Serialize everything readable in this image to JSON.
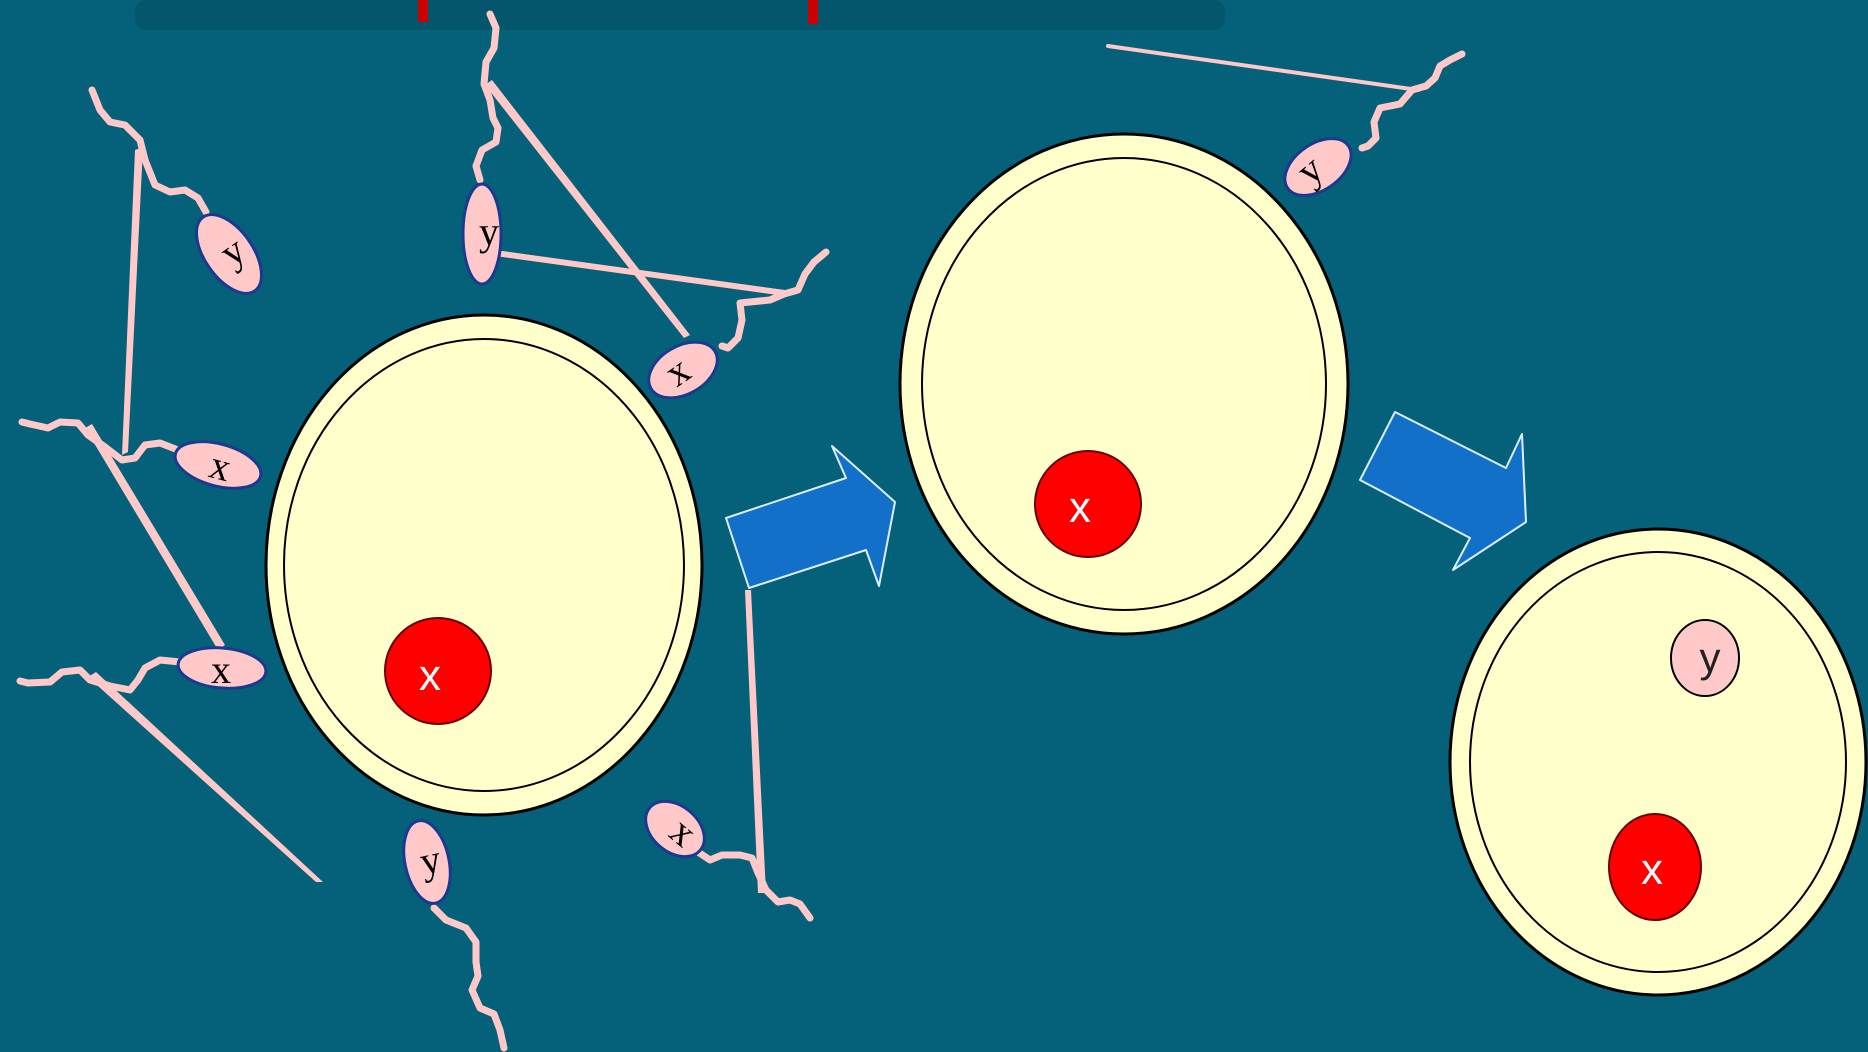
{
  "colors": {
    "background": "#056079",
    "egg_fill": "#FFFFCC",
    "egg_outline": "#000000",
    "nucleus": "#FF0000",
    "sperm_head": "#FFC9C9",
    "sperm_outline": "#1A3A8F",
    "sperm_tail": "#FFC9C9",
    "arrow": "#1270C8",
    "arrow_outline": "#DDEEFF",
    "title_shadow": "#04566C",
    "title_accent": "#CC0000"
  },
  "labels": {
    "x": "x",
    "y": "y"
  },
  "stages": [
    {
      "name": "egg-surrounded-by-sperm",
      "nucleus_label": "x",
      "sperm": [
        "y",
        "y",
        "x",
        "x",
        "x",
        "y",
        "x"
      ]
    },
    {
      "name": "sperm-attaching",
      "nucleus_label": "x",
      "sperm": [
        "y"
      ]
    },
    {
      "name": "fertilized-egg",
      "nucleus_label": "x",
      "inner_sperm_label": "y"
    }
  ]
}
